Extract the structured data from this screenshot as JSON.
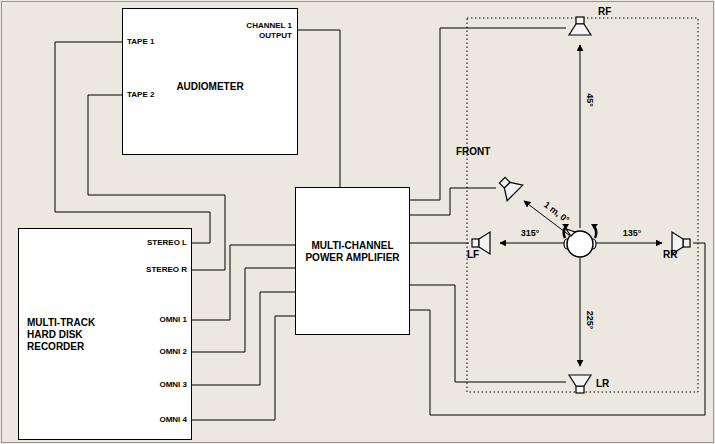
{
  "diagram": {
    "nodes": [
      {
        "text": [
          "AUDIOMETER",
          "TAPE 1",
          "TAPE 2",
          "CHANNEL 1 OUTPUT"
        ]
      },
      {
        "text": [
          "MULTI-TRACK HARD DISK RECORDER",
          "STEREO L",
          "STEREO R",
          "OMNI 1",
          "OMNI 2",
          "OMNI 3",
          "OMNI 4"
        ]
      },
      {
        "text": [
          "MULTI-CHANNEL POWER AMPLIFIER"
        ]
      },
      {
        "text": [
          "FRONT"
        ]
      },
      {
        "text": [
          "RF"
        ]
      },
      {
        "text": [
          "LF"
        ]
      },
      {
        "text": [
          "RR"
        ]
      },
      {
        "text": [
          "LR"
        ]
      }
    ],
    "edges": [
      {
        "from": 1,
        "to": 0,
        "arrow": "none"
      },
      {
        "from": 1,
        "to": 0,
        "arrow": "none"
      },
      {
        "from": 0,
        "to": 2,
        "arrow": "none"
      },
      {
        "from": 1,
        "to": 2,
        "arrow": "none"
      },
      {
        "from": 1,
        "to": 2,
        "arrow": "none"
      },
      {
        "from": 1,
        "to": 2,
        "arrow": "none"
      },
      {
        "from": 1,
        "to": 2,
        "arrow": "none"
      },
      {
        "from": 2,
        "to": 3,
        "arrow": "none"
      },
      {
        "from": 2,
        "to": 4,
        "arrow": "none"
      },
      {
        "from": 2,
        "to": 5,
        "arrow": "none"
      },
      {
        "from": 2,
        "to": 6,
        "arrow": "none"
      },
      {
        "from": 2,
        "to": 7,
        "arrow": "none"
      }
    ],
    "labels": [
      "1 m, 0°",
      "45°",
      "315°",
      "135°",
      "225°"
    ]
  }
}
